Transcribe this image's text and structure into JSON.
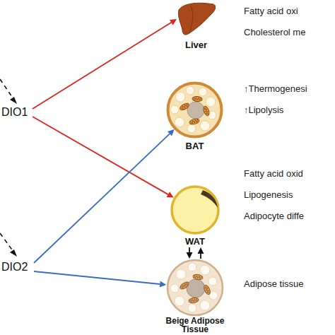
{
  "diagram": {
    "nodes": [
      {
        "text": [
          "DIO1"
        ]
      },
      {
        "text": [
          "DIO2"
        ]
      },
      {
        "text": [
          "Liver"
        ]
      },
      {
        "text": [
          "BAT"
        ]
      },
      {
        "text": [
          "WAT"
        ]
      },
      {
        "text": [
          "Beige Adipose Tissue"
        ]
      }
    ],
    "edges": [
      {
        "from": 0,
        "to": 2,
        "arrow": "to"
      },
      {
        "from": 0,
        "to": 4,
        "arrow": "to"
      },
      {
        "from": 1,
        "to": 3,
        "arrow": "to"
      },
      {
        "from": 1,
        "to": 5,
        "arrow": "to"
      },
      {
        "from": 4,
        "to": 5,
        "arrow": "to"
      },
      {
        "from": 5,
        "to": 4,
        "arrow": "to"
      }
    ],
    "labels": [
      "Fatty acid oxi",
      "Cholesterol me",
      "↑Thermogenesi",
      "↑Lipolysis",
      "Fatty acid oxid",
      "Lipogenesis",
      "Adipocyte diffe",
      "Adipose tissue"
    ]
  }
}
